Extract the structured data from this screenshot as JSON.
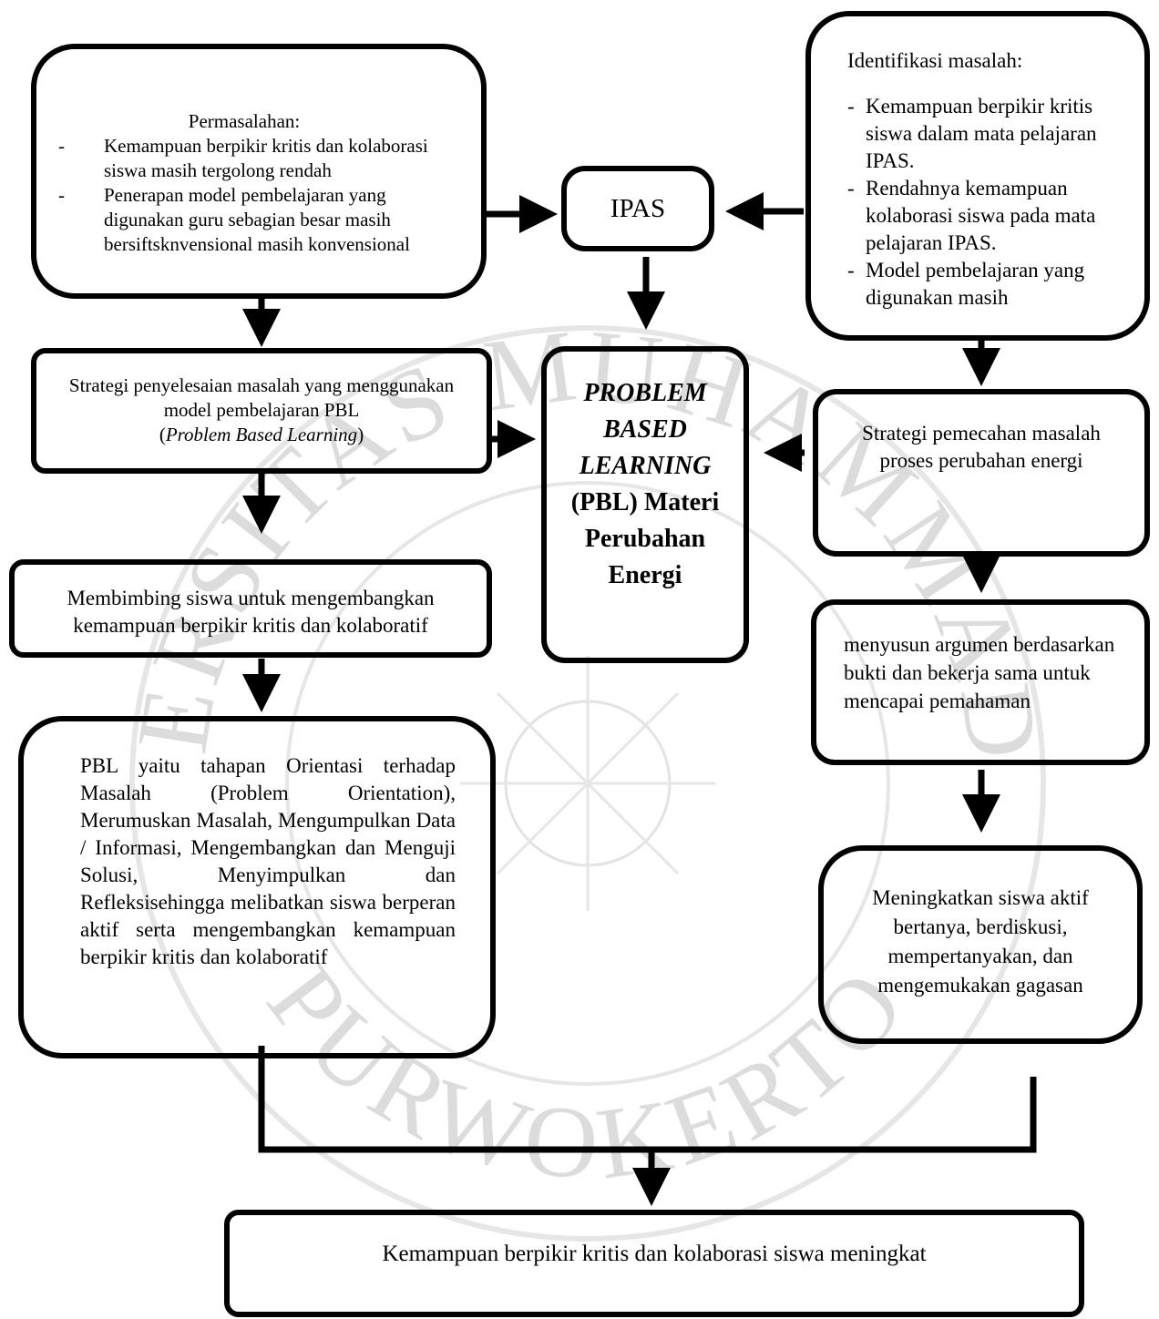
{
  "diagram": {
    "problems": {
      "title": "Permasalahan:",
      "items": [
        "Kemampuan berpikir kritis dan kolaborasi siswa masih tergolong rendah",
        "Penerapan model pembelajaran yang digunakan guru sebagian besar masih bersiftsknvensional masih konvensional"
      ]
    },
    "ipas": "IPAS",
    "identification": {
      "title": "Identifikasi  masalah:",
      "items": [
        "Kemampuan berpikir kritis siswa dalam mata pelajaran IPAS.",
        "Rendahnya kemampuan kolaborasi siswa pada mata pelajaran IPAS.",
        "Model pembelajaran yang digunakan masih"
      ]
    },
    "strategy_left": {
      "line1": "Strategi penyelesaian masalah yang menggunakan model pembelajaran PBL",
      "open": "(",
      "italic": "Problem Based Learning",
      "close": ")"
    },
    "center": {
      "italic_bold": "PROBLEM BASED LEARNING",
      "bold": "(PBL) Materi Perubahan Energi"
    },
    "strategy_right": "Strategi pemecahan masalah proses perubahan energi",
    "guide": "Membimbing siswa untuk mengembangkan kemampuan berpikir kritis dan kolaboratif",
    "argument": "menyusun argumen berdasarkan bukti dan bekerja sama untuk mencapai pemahaman",
    "pbl_steps": "PBL yaitu tahapan Orientasi terhadap Masalah (Problem Orientation), Merumuskan Masalah, Mengumpulkan Data / Informasi, Mengembangkan dan Menguji Solusi, Menyimpulkan dan Refleksisehingga melibatkan siswa berperan aktif serta mengembangkan kemampuan berpikir kritis dan kolaboratif",
    "active": "Meningkatkan siswa aktif bertanya, berdiskusi, mempertanyakan, dan mengemukakan gagasan",
    "outcome": "Kemampuan berpikir kritis dan kolaborasi siswa meningkat"
  },
  "watermark": {
    "text_top": "UNIVERSITAS MUHAMMADIYAH",
    "text_bottom": "PURWOKERTO",
    "color": "#d9d9d9"
  }
}
